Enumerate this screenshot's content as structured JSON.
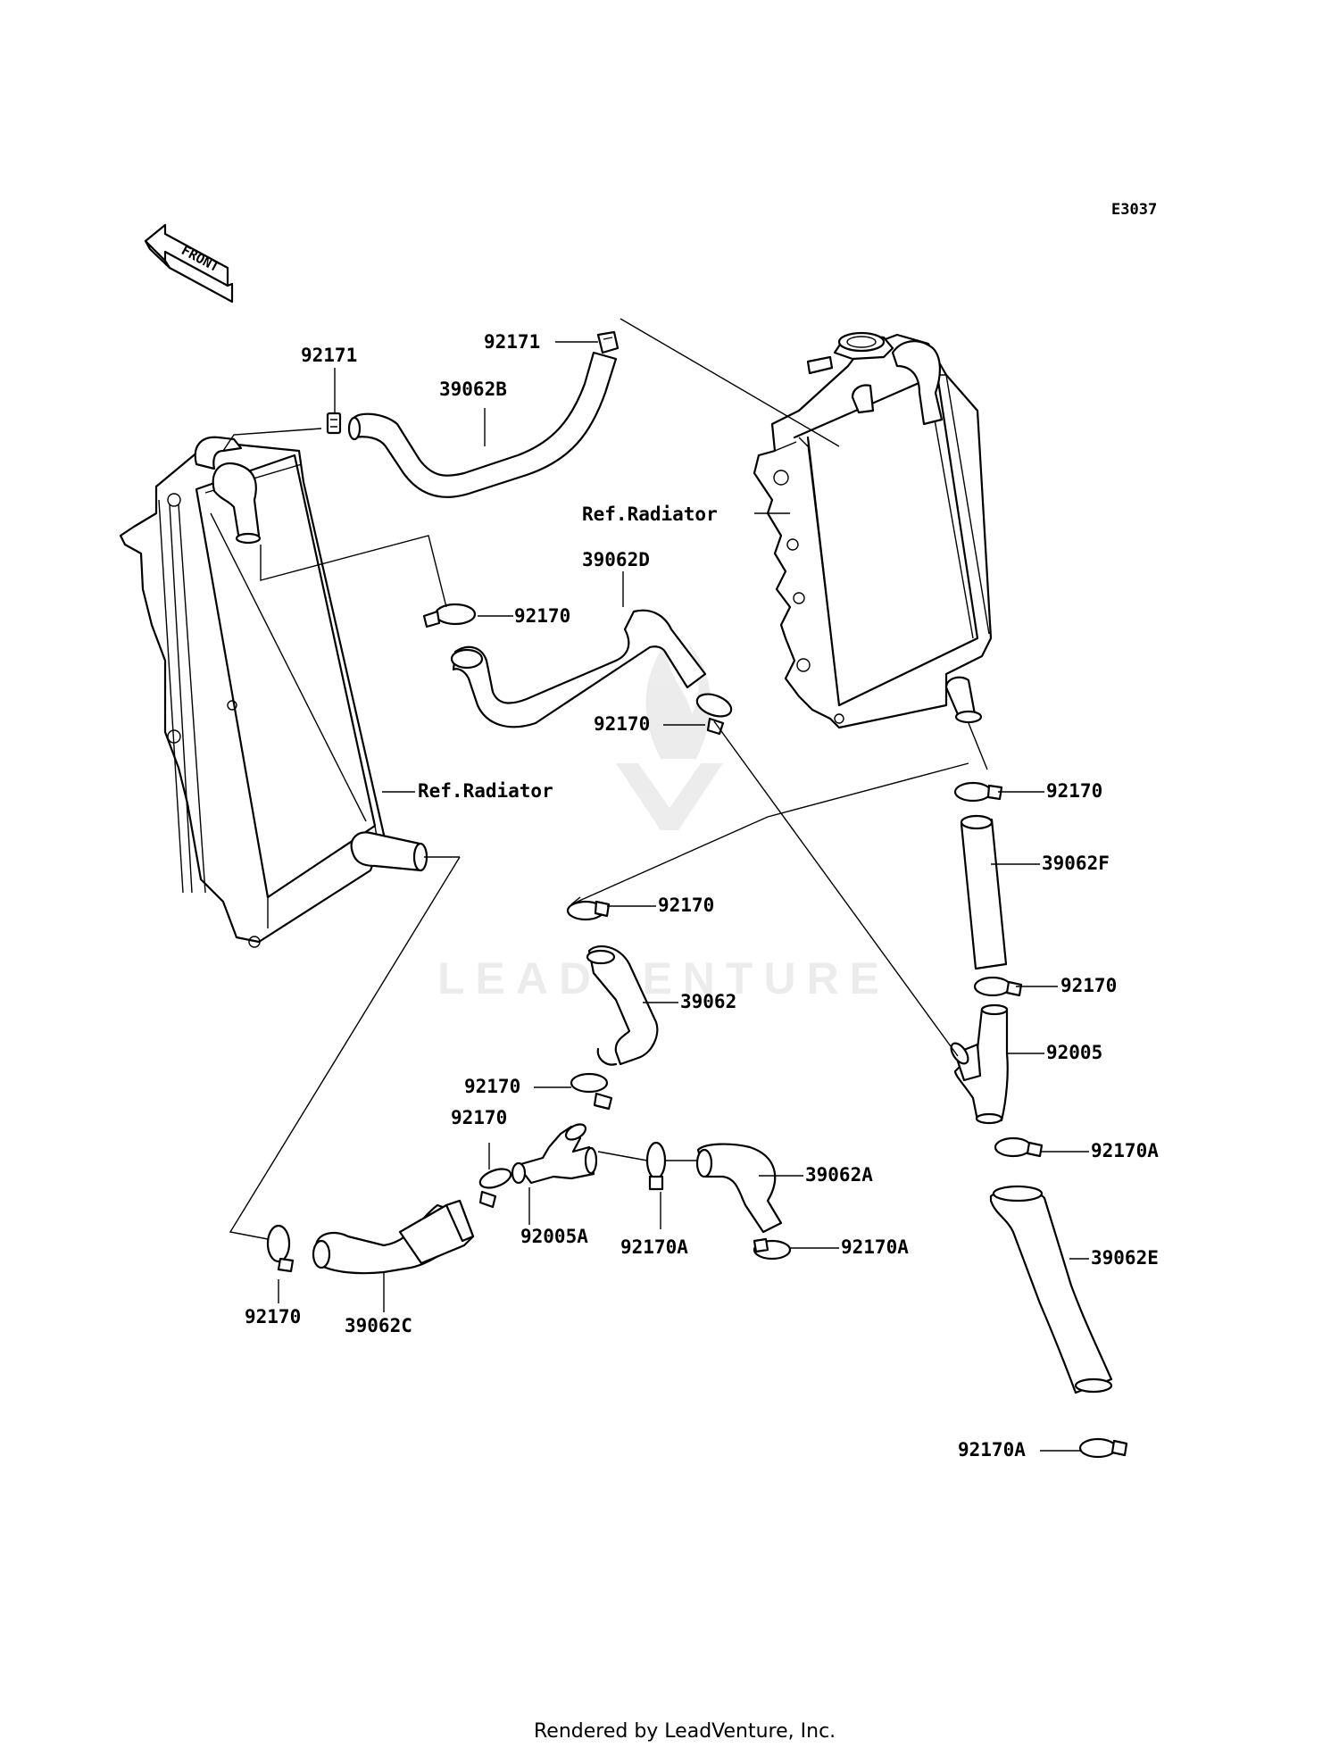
{
  "diagram_code": "E3037",
  "front_label": "FRONT",
  "watermark": "LEADVENTURE",
  "footer": "Rendered by LeadVenture, Inc.",
  "callouts": {
    "c_92171_left": "92171",
    "c_92171_top": "92171",
    "c_39062B": "39062B",
    "c_ref_radiator_right": "Ref.Radiator",
    "c_39062D": "39062D",
    "c_92170_upper": "92170",
    "c_92170_mid": "92170",
    "c_ref_radiator_left": "Ref.Radiator",
    "c_92170_right1": "92170",
    "c_39062F": "39062F",
    "c_92170_center": "92170",
    "c_92170_right2": "92170",
    "c_39062": "39062",
    "c_92005": "92005",
    "c_92170_low1": "92170",
    "c_92170_low2": "92170",
    "c_92170A_1": "92170A",
    "c_39062A": "39062A",
    "c_92005A": "92005A",
    "c_92170A_2": "92170A",
    "c_92170A_3": "92170A",
    "c_39062E": "39062E",
    "c_92170_bottom": "92170",
    "c_39062C": "39062C",
    "c_92170A_4": "92170A"
  }
}
